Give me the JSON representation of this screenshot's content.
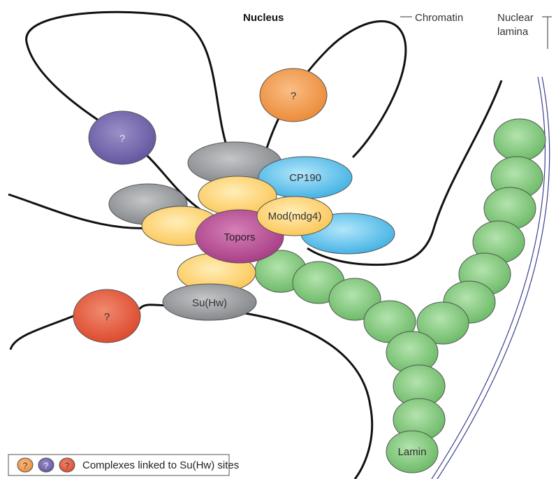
{
  "title": "Nucleus",
  "labels": {
    "chromatin": "Chromatin",
    "nuclear_line1": "Nuclear",
    "nuclear_line2": "lamina"
  },
  "proteins": {
    "cp190": "CP190",
    "mod": "Mod(mdg4)",
    "topors": "Topors",
    "suhw": "Su(Hw)",
    "lamin": "Lamin"
  },
  "unknowns": {
    "orange": "?",
    "purple": "?",
    "red": "?"
  },
  "legend": {
    "marks": [
      "?",
      "?",
      "?"
    ],
    "text": "Complexes linked to Su(Hw) sites"
  },
  "colors": {
    "grey": "#8e9194",
    "yellow": "#fdd270",
    "blue": "#5cc0ea",
    "magenta": "#b24a91",
    "green": "#7cc578",
    "orange": "#ef9547",
    "purple": "#6f60a8",
    "red": "#e4573a",
    "lamina_line": "#3b3f8f"
  }
}
